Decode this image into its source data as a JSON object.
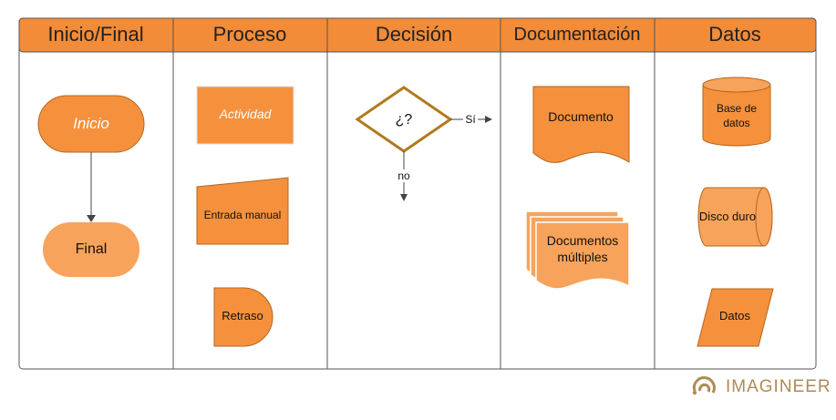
{
  "columns": [
    "Inicio/Final",
    "Proceso",
    "Decisión",
    "Documentación",
    "Datos"
  ],
  "shapes": {
    "inicio": "Inicio",
    "final": "Final",
    "actividad": "Actividad",
    "entrada_manual": "Entrada manual",
    "retraso": "Retraso",
    "decision": "¿?",
    "si_label": "Sí",
    "no_label": "no",
    "documento": "Documento",
    "documentos_multiples": [
      "Documentos",
      "múltiples"
    ],
    "base_de_datos": [
      "Base de",
      "datos"
    ],
    "disco_duro": "Disco duro",
    "datos": "Datos"
  },
  "brand": {
    "name": "IMAGINEER"
  },
  "colors": {
    "header": "#f28c38",
    "shape_fill": "#f5913d",
    "shape_light": "#f7a35c",
    "shape_stroke": "#b5651d",
    "decision_stroke": "#b27a1e",
    "brand": "#b08a54",
    "border": "#555555"
  }
}
